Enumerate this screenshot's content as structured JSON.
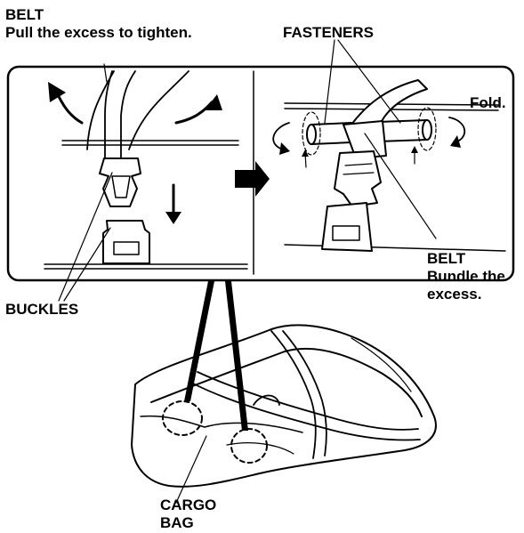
{
  "labels": {
    "belt_top_title": "BELT",
    "belt_top_desc": "Pull the excess to tighten.",
    "fasteners": "FASTENERS",
    "fold": "Fold.",
    "belt_right_title": "BELT",
    "belt_right_line1": "Bundle the",
    "belt_right_line2": "excess.",
    "buckles": "BUCKLES",
    "cargo_line1": "CARGO",
    "cargo_line2": "BAG"
  },
  "colors": {
    "ink": "#000000",
    "paper": "#ffffff"
  }
}
